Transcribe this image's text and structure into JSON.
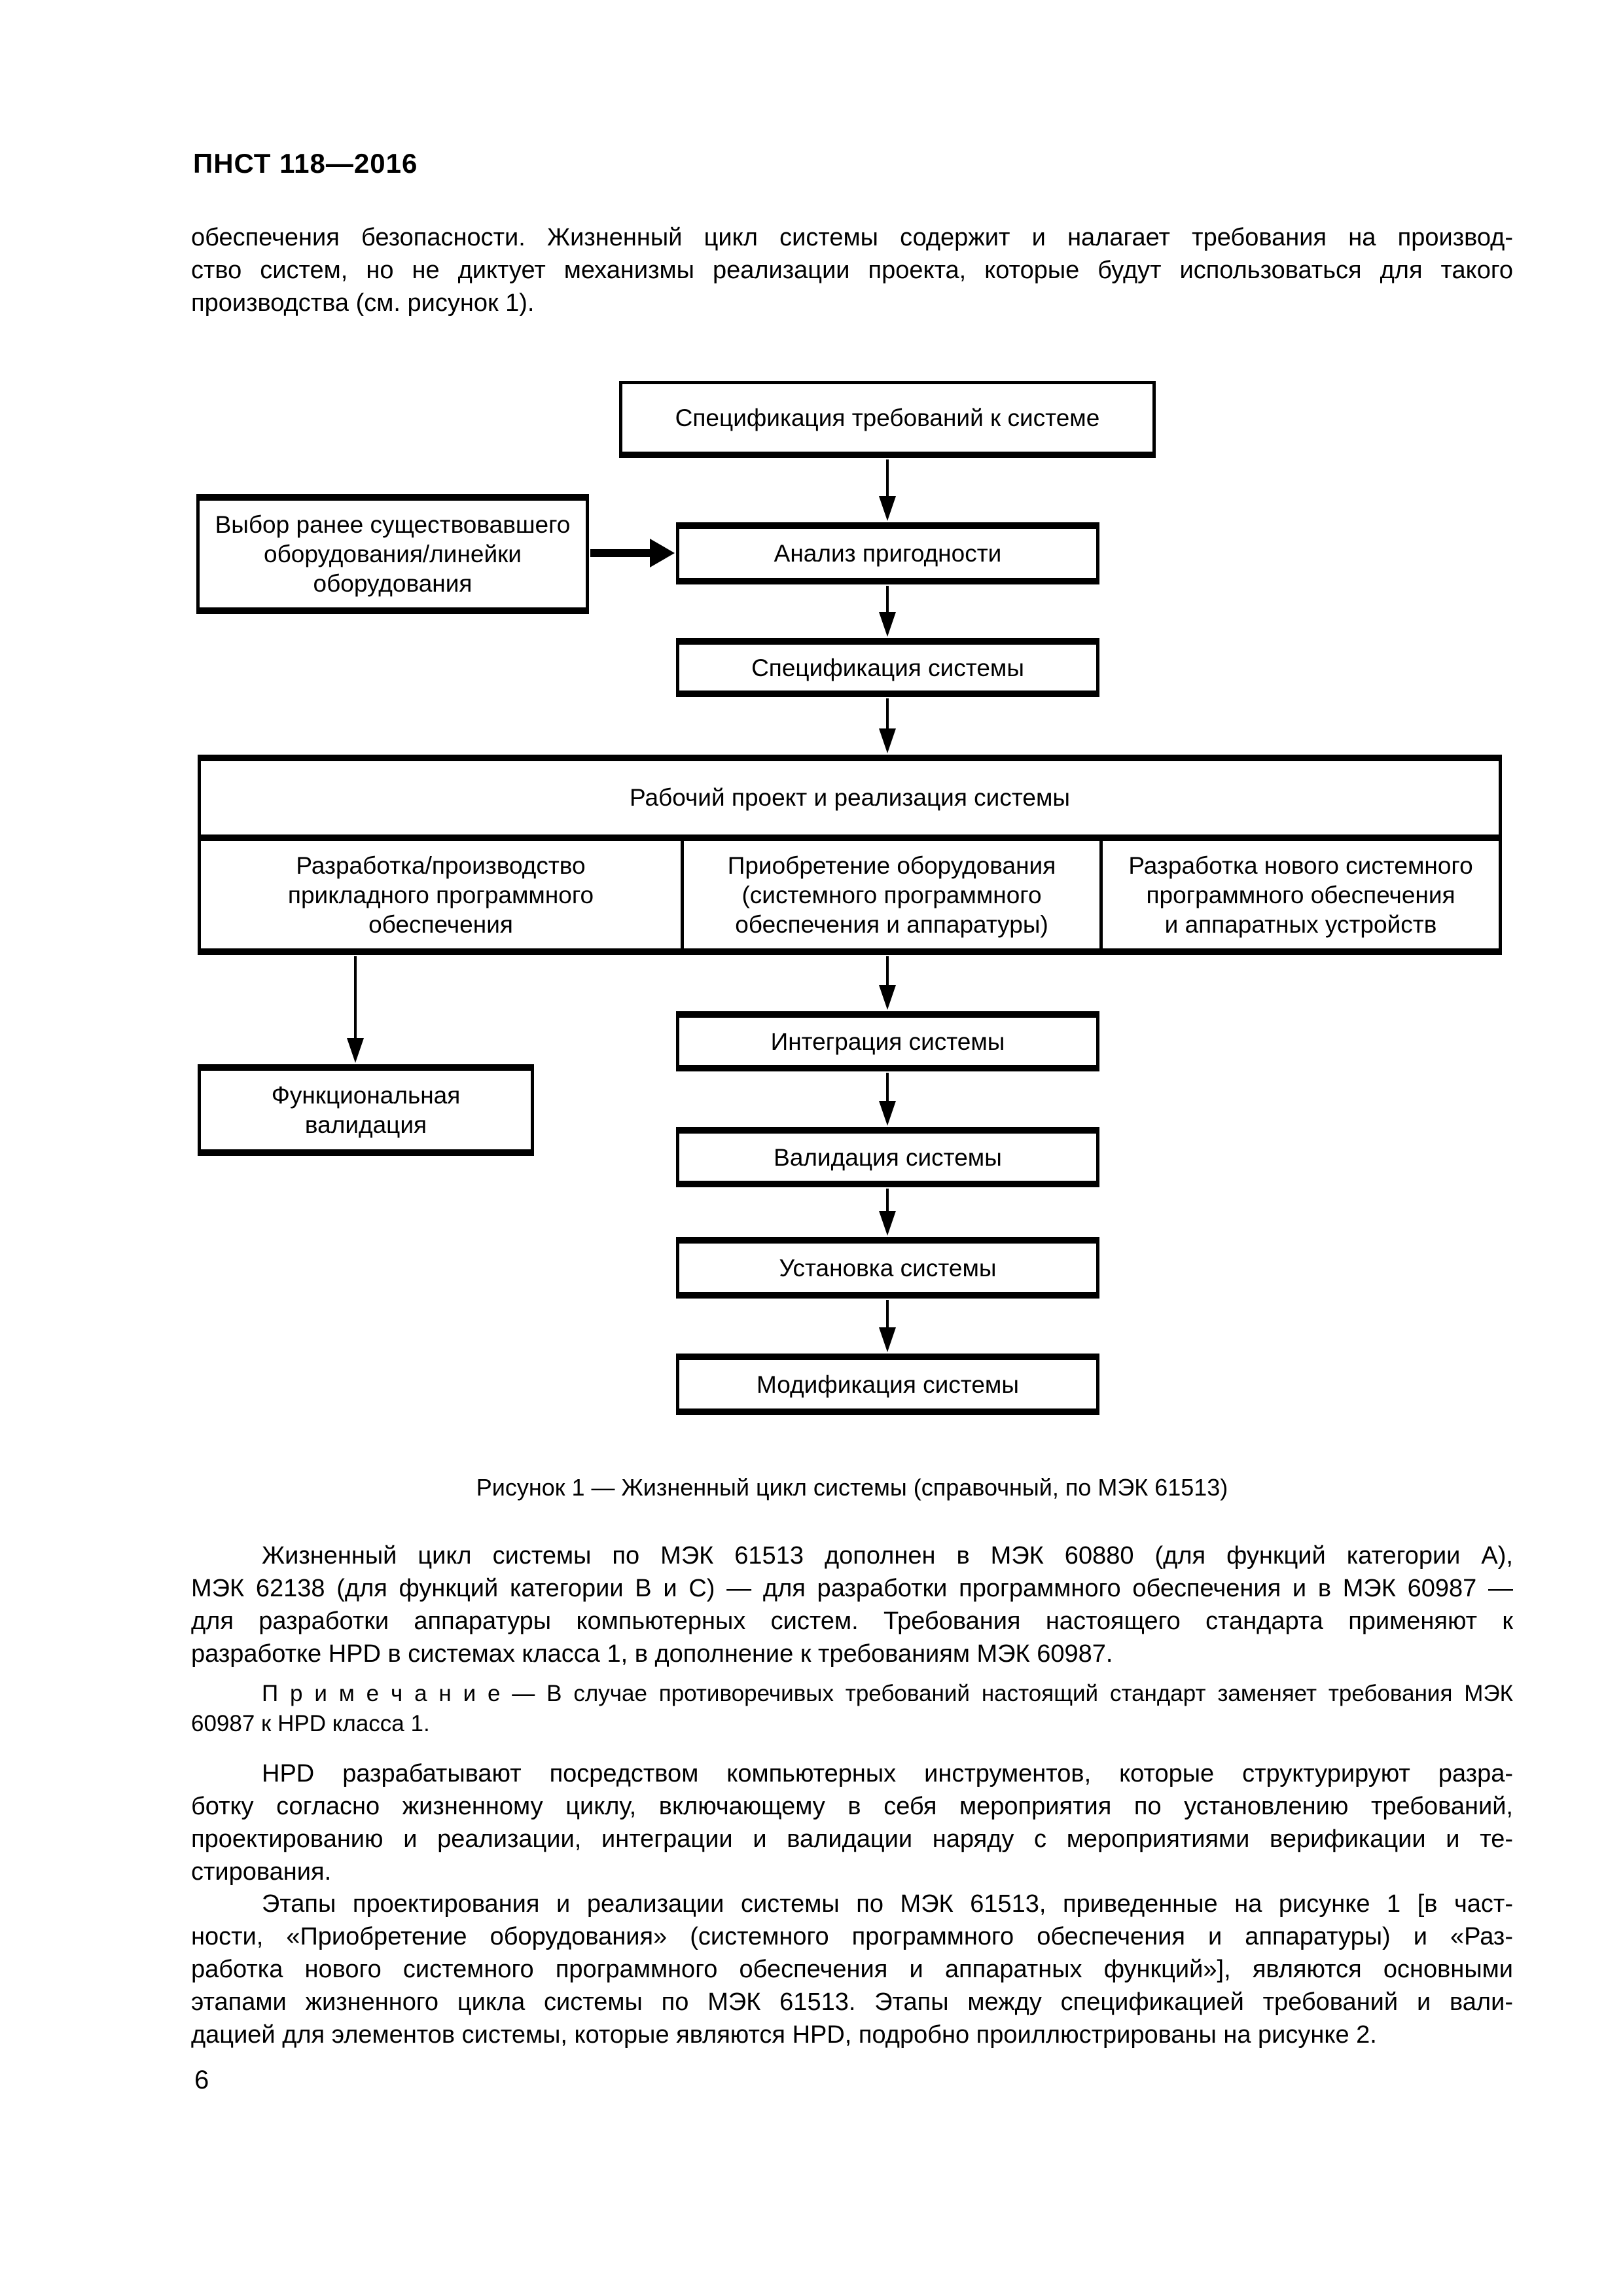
{
  "document": {
    "code": "ПНСТ 118—2016",
    "page_number": "6"
  },
  "paragraphs": {
    "intro": {
      "lines": [
        "обеспечения безопасности. Жизненный цикл системы содержит и налагает требования на производ-",
        "ство систем, но не диктует механизмы реализации проекта, которые будут использоваться для такого",
        "производства (см. рисунок 1)."
      ]
    },
    "lifecycle": {
      "lines": [
        "Жизненный цикл системы по МЭК 61513 дополнен в МЭК 60880 (для функций категории А),",
        "МЭК 62138 (для функций категории В и С) — для разработки программного обеспечения и в МЭК 60987 —",
        "для разработки аппаратуры компьютерных систем. Требования настоящего стандарта применяют к",
        "разработке HPD в системах класса 1, в дополнение к требованиям МЭК 60987."
      ]
    },
    "note": {
      "lines": [
        "П р и м е ч а н и е — В случае противоречивых требований настоящий стандарт заменяет требования МЭК",
        "60987 к HPD класса 1."
      ]
    },
    "hpd": {
      "lines": [
        "HPD разрабатывают посредством компьютерных инструментов, которые структурируют разра-",
        "ботку согласно жизненному циклу, включающему в себя мероприятия по установлению требований,",
        "проектированию и реализации, интеграции и валидации наряду с мероприятиями верификации и те-",
        "стирования."
      ]
    },
    "stages": {
      "lines": [
        "Этапы проектирования и реализации системы по МЭК 61513, приведенные на рисунке 1 [в част-",
        "ности, «Приобретение оборудования» (системного программного обеспечения и аппаратуры) и «Раз-",
        "работка нового системного программного обеспечения и аппаратных функций»], являются основными",
        "этапами жизненного цикла системы по МЭК 61513. Этапы между спецификацией требований и вали-",
        "дацией для элементов системы, которые являются HPD, подробно проиллюстрированы на рисунке 2."
      ]
    }
  },
  "figure": {
    "caption": "Рисунок 1 — Жизненный цикл системы (справочный, по МЭК 61513)",
    "boxes": {
      "spec_requirements": "Спецификация требований к системе",
      "choice_existing": "Выбор ранее существовавшего\nоборудования/линейки\nоборудования",
      "suitability_analysis": "Анализ пригодности",
      "system_spec": "Спецификация системы",
      "work_project": "Рабочий проект и реализация системы",
      "app_software": "Разработка/производство\nприкладного программного\nобеспечения",
      "equipment_acq": "Приобретение оборудования\n(системного программного\nобеспечения и аппаратуры)",
      "new_system_sw": "Разработка нового системного\nпрограммного обеспечения\nи аппаратных устройств",
      "integration": "Интеграция системы",
      "functional_validation": "Функциональная\nвалидация",
      "validation": "Валидация системы",
      "installation": "Установка системы",
      "modification": "Модификация системы"
    }
  }
}
